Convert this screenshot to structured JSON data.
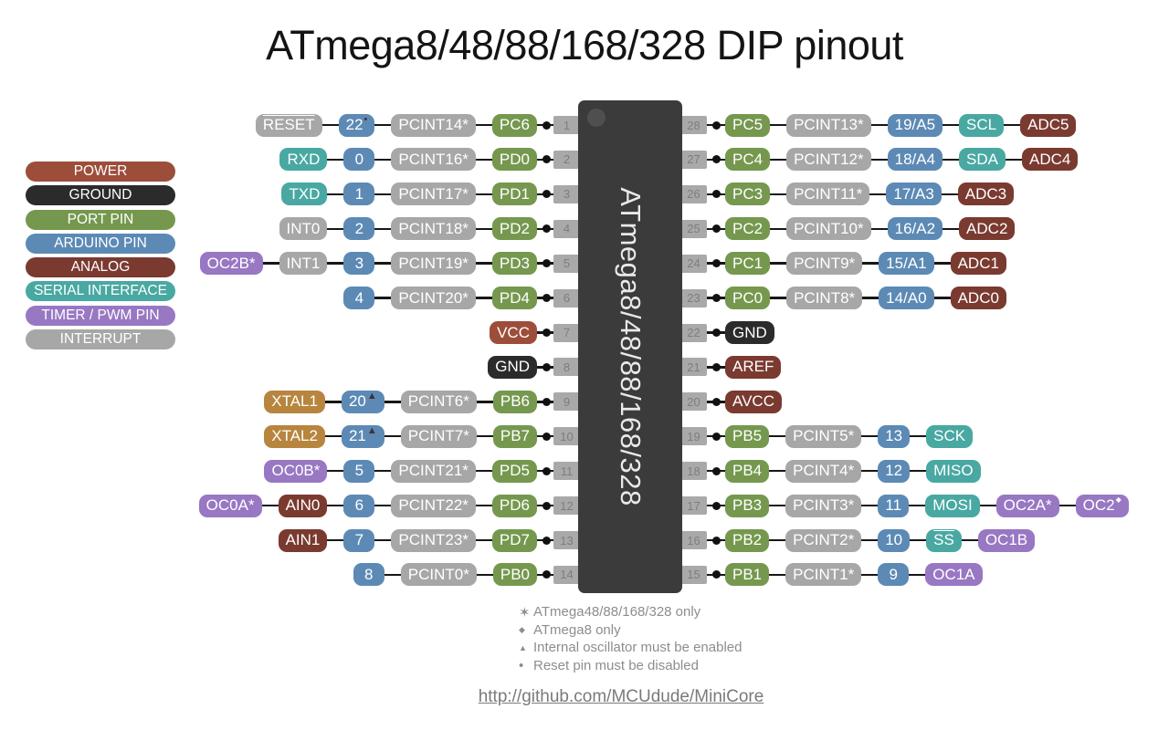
{
  "title": "ATmega8/48/88/168/328 DIP pinout",
  "chip": {
    "label": "ATmega8/48/88/168/328"
  },
  "colors": {
    "power": "#9d4e3b",
    "ground": "#2b2b2b",
    "port": "#75984e",
    "arduino": "#5c8ab5",
    "analog": "#7a3a30",
    "serial": "#49a8a2",
    "timer": "#9877c3",
    "interrupt": "#a7a7a7",
    "xtal": "#b7853e",
    "chip_body": "#3b3b3b",
    "pin_stub": "#a9a9a9",
    "wire": "#161616"
  },
  "legend": [
    {
      "label": "POWER",
      "type": "power"
    },
    {
      "label": "GROUND",
      "type": "ground"
    },
    {
      "label": "PORT PIN",
      "type": "port"
    },
    {
      "label": "ARDUINO PIN",
      "type": "arduino"
    },
    {
      "label": "ANALOG",
      "type": "analog"
    },
    {
      "label": "SERIAL INTERFACE",
      "type": "serial"
    },
    {
      "label": "TIMER / PWM PIN",
      "type": "timer"
    },
    {
      "label": "INTERRUPT",
      "type": "interrupt"
    }
  ],
  "left_pins": [
    {
      "pin": 1,
      "labels": [
        {
          "text": "RESET",
          "type": "interrupt",
          "overline": true
        },
        {
          "text": "22",
          "type": "arduino",
          "sup": "•"
        },
        {
          "text": "PCINT14*",
          "type": "interrupt"
        },
        {
          "text": "PC6",
          "type": "port"
        }
      ]
    },
    {
      "pin": 2,
      "labels": [
        {
          "text": "RXD",
          "type": "serial"
        },
        {
          "text": "0",
          "type": "arduino"
        },
        {
          "text": "PCINT16*",
          "type": "interrupt"
        },
        {
          "text": "PD0",
          "type": "port"
        }
      ]
    },
    {
      "pin": 3,
      "labels": [
        {
          "text": "TXD",
          "type": "serial"
        },
        {
          "text": "1",
          "type": "arduino"
        },
        {
          "text": "PCINT17*",
          "type": "interrupt"
        },
        {
          "text": "PD1",
          "type": "port"
        }
      ]
    },
    {
      "pin": 4,
      "labels": [
        {
          "text": "INT0",
          "type": "interrupt"
        },
        {
          "text": "2",
          "type": "arduino"
        },
        {
          "text": "PCINT18*",
          "type": "interrupt"
        },
        {
          "text": "PD2",
          "type": "port"
        }
      ]
    },
    {
      "pin": 5,
      "labels": [
        {
          "text": "OC2B*",
          "type": "timer"
        },
        {
          "text": "INT1",
          "type": "interrupt"
        },
        {
          "text": "3",
          "type": "arduino"
        },
        {
          "text": "PCINT19*",
          "type": "interrupt"
        },
        {
          "text": "PD3",
          "type": "port"
        }
      ]
    },
    {
      "pin": 6,
      "labels": [
        {
          "text": "4",
          "type": "arduino"
        },
        {
          "text": "PCINT20*",
          "type": "interrupt"
        },
        {
          "text": "PD4",
          "type": "port"
        }
      ]
    },
    {
      "pin": 7,
      "labels": [
        {
          "text": "VCC",
          "type": "power"
        }
      ]
    },
    {
      "pin": 8,
      "labels": [
        {
          "text": "GND",
          "type": "ground"
        }
      ]
    },
    {
      "pin": 9,
      "labels": [
        {
          "text": "XTAL1",
          "type": "xtal"
        },
        {
          "text": "20",
          "type": "arduino",
          "sup": "▲"
        },
        {
          "text": "PCINT6*",
          "type": "interrupt"
        },
        {
          "text": "PB6",
          "type": "port"
        }
      ]
    },
    {
      "pin": 10,
      "labels": [
        {
          "text": "XTAL2",
          "type": "xtal"
        },
        {
          "text": "21",
          "type": "arduino",
          "sup": "▲"
        },
        {
          "text": "PCINT7*",
          "type": "interrupt"
        },
        {
          "text": "PB7",
          "type": "port"
        }
      ]
    },
    {
      "pin": 11,
      "labels": [
        {
          "text": "OC0B*",
          "type": "timer"
        },
        {
          "text": "5",
          "type": "arduino"
        },
        {
          "text": "PCINT21*",
          "type": "interrupt"
        },
        {
          "text": "PD5",
          "type": "port"
        }
      ]
    },
    {
      "pin": 12,
      "labels": [
        {
          "text": "OC0A*",
          "type": "timer"
        },
        {
          "text": "AIN0",
          "type": "analog"
        },
        {
          "text": "6",
          "type": "arduino"
        },
        {
          "text": "PCINT22*",
          "type": "interrupt"
        },
        {
          "text": "PD6",
          "type": "port"
        }
      ]
    },
    {
      "pin": 13,
      "labels": [
        {
          "text": "AIN1",
          "type": "analog"
        },
        {
          "text": "7",
          "type": "arduino"
        },
        {
          "text": "PCINT23*",
          "type": "interrupt"
        },
        {
          "text": "PD7",
          "type": "port"
        }
      ]
    },
    {
      "pin": 14,
      "labels": [
        {
          "text": "8",
          "type": "arduino"
        },
        {
          "text": "PCINT0*",
          "type": "interrupt"
        },
        {
          "text": "PB0",
          "type": "port"
        }
      ]
    }
  ],
  "right_pins": [
    {
      "pin": 28,
      "labels": [
        {
          "text": "PC5",
          "type": "port"
        },
        {
          "text": "PCINT13*",
          "type": "interrupt"
        },
        {
          "text": "19/A5",
          "type": "arduino"
        },
        {
          "text": "SCL",
          "type": "serial"
        },
        {
          "text": "ADC5",
          "type": "analog"
        }
      ]
    },
    {
      "pin": 27,
      "labels": [
        {
          "text": "PC4",
          "type": "port"
        },
        {
          "text": "PCINT12*",
          "type": "interrupt"
        },
        {
          "text": "18/A4",
          "type": "arduino"
        },
        {
          "text": "SDA",
          "type": "serial"
        },
        {
          "text": "ADC4",
          "type": "analog"
        }
      ]
    },
    {
      "pin": 26,
      "labels": [
        {
          "text": "PC3",
          "type": "port"
        },
        {
          "text": "PCINT11*",
          "type": "interrupt"
        },
        {
          "text": "17/A3",
          "type": "arduino"
        },
        {
          "text": "ADC3",
          "type": "analog"
        }
      ]
    },
    {
      "pin": 25,
      "labels": [
        {
          "text": "PC2",
          "type": "port"
        },
        {
          "text": "PCINT10*",
          "type": "interrupt"
        },
        {
          "text": "16/A2",
          "type": "arduino"
        },
        {
          "text": "ADC2",
          "type": "analog"
        }
      ]
    },
    {
      "pin": 24,
      "labels": [
        {
          "text": "PC1",
          "type": "port"
        },
        {
          "text": "PCINT9*",
          "type": "interrupt"
        },
        {
          "text": "15/A1",
          "type": "arduino"
        },
        {
          "text": "ADC1",
          "type": "analog"
        }
      ]
    },
    {
      "pin": 23,
      "labels": [
        {
          "text": "PC0",
          "type": "port"
        },
        {
          "text": "PCINT8*",
          "type": "interrupt"
        },
        {
          "text": "14/A0",
          "type": "arduino"
        },
        {
          "text": "ADC0",
          "type": "analog"
        }
      ]
    },
    {
      "pin": 22,
      "labels": [
        {
          "text": "GND",
          "type": "ground"
        }
      ]
    },
    {
      "pin": 21,
      "labels": [
        {
          "text": "AREF",
          "type": "analog"
        }
      ]
    },
    {
      "pin": 20,
      "labels": [
        {
          "text": "AVCC",
          "type": "analog"
        }
      ]
    },
    {
      "pin": 19,
      "labels": [
        {
          "text": "PB5",
          "type": "port"
        },
        {
          "text": "PCINT5*",
          "type": "interrupt"
        },
        {
          "text": "13",
          "type": "arduino"
        },
        {
          "text": "SCK",
          "type": "serial"
        }
      ]
    },
    {
      "pin": 18,
      "labels": [
        {
          "text": "PB4",
          "type": "port"
        },
        {
          "text": "PCINT4*",
          "type": "interrupt"
        },
        {
          "text": "12",
          "type": "arduino"
        },
        {
          "text": "MISO",
          "type": "serial"
        }
      ]
    },
    {
      "pin": 17,
      "labels": [
        {
          "text": "PB3",
          "type": "port"
        },
        {
          "text": "PCINT3*",
          "type": "interrupt"
        },
        {
          "text": "11",
          "type": "arduino"
        },
        {
          "text": "MOSI",
          "type": "serial"
        },
        {
          "text": "OC2A*",
          "type": "timer"
        },
        {
          "text": "OC2",
          "type": "timer",
          "sup": "◆"
        }
      ]
    },
    {
      "pin": 16,
      "labels": [
        {
          "text": "PB2",
          "type": "port"
        },
        {
          "text": "PCINT2*",
          "type": "interrupt"
        },
        {
          "text": "10",
          "type": "arduino"
        },
        {
          "text": "SS",
          "type": "serial",
          "overline": true
        },
        {
          "text": "OC1B",
          "type": "timer"
        }
      ]
    },
    {
      "pin": 15,
      "labels": [
        {
          "text": "PB1",
          "type": "port"
        },
        {
          "text": "PCINT1*",
          "type": "interrupt"
        },
        {
          "text": "9",
          "type": "arduino"
        },
        {
          "text": "OC1A",
          "type": "timer"
        }
      ]
    }
  ],
  "footnotes": [
    {
      "symbol": "✶",
      "text": "ATmega48/88/168/328 only"
    },
    {
      "symbol": "◆",
      "text": "ATmega8 only"
    },
    {
      "symbol": "▲",
      "text": "Internal oscillator must be enabled"
    },
    {
      "symbol": "•",
      "text": "Reset pin must be disabled"
    }
  ],
  "link": "http://github.com/MCUdude/MiniCore"
}
